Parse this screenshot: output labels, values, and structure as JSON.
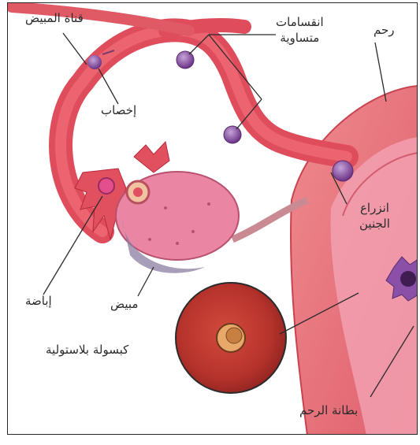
{
  "labels": {
    "fallopian_tube": "قناة المبيض",
    "fertilization": "إخصاب",
    "equal_divisions_line1": "انقسامات",
    "equal_divisions_line2": "متساوية",
    "uterus": "رحم",
    "implantation_line1": "انزراع",
    "implantation_line2": "الجنين",
    "ovulation": "إباضة",
    "ovary": "مبيض",
    "blastocyst": "كبسولة بلاستولية",
    "uterine_lining": "بطانة الرحم"
  },
  "colors": {
    "tube": "#e2505e",
    "tube_dark": "#b8283c",
    "ovary": "#e87fa0",
    "ovary_shadow": "#8a7aa0",
    "uterus": "#e9737b",
    "lining": "#f3a7b6",
    "embryo": "#8a4fa6",
    "lens": "#b8342e"
  }
}
